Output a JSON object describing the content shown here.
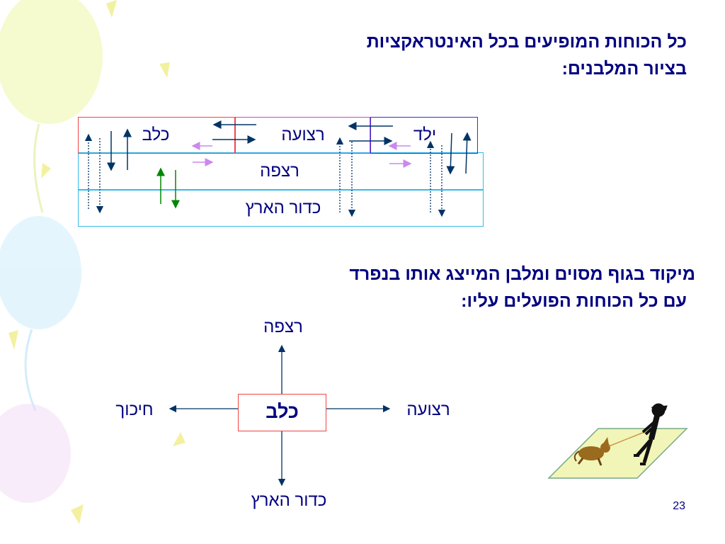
{
  "heading1": {
    "line1": "כל הכוחות המופיעים בכל האינטראקציות",
    "line2": "בציור המלבנים:"
  },
  "heading2": {
    "line1": "מיקוד בגוף מסוים ומלבן המייצג אותו בנפרד",
    "line2": "עם כל הכוחות הפועלים עליו:"
  },
  "rect_diagram": {
    "dog": "כלב",
    "rope": "רצועה",
    "child": "ילד",
    "floor": "רצפה",
    "earth": "כדור הארץ"
  },
  "free_body": {
    "body": "כלב",
    "up": "רצפה",
    "down": "כדור הארץ",
    "left": "חיכוך",
    "right": "רצועה"
  },
  "colors": {
    "text": "#000080",
    "dog_border": "#ee4444",
    "rope_border": "#cc44cc",
    "child_border": "#3333cc",
    "floor_border": "#33bbee",
    "arrow_main": "#003366",
    "arrow_friction": "#cc88ee",
    "arrow_floor_pair": "#008800"
  },
  "page_number": "23"
}
